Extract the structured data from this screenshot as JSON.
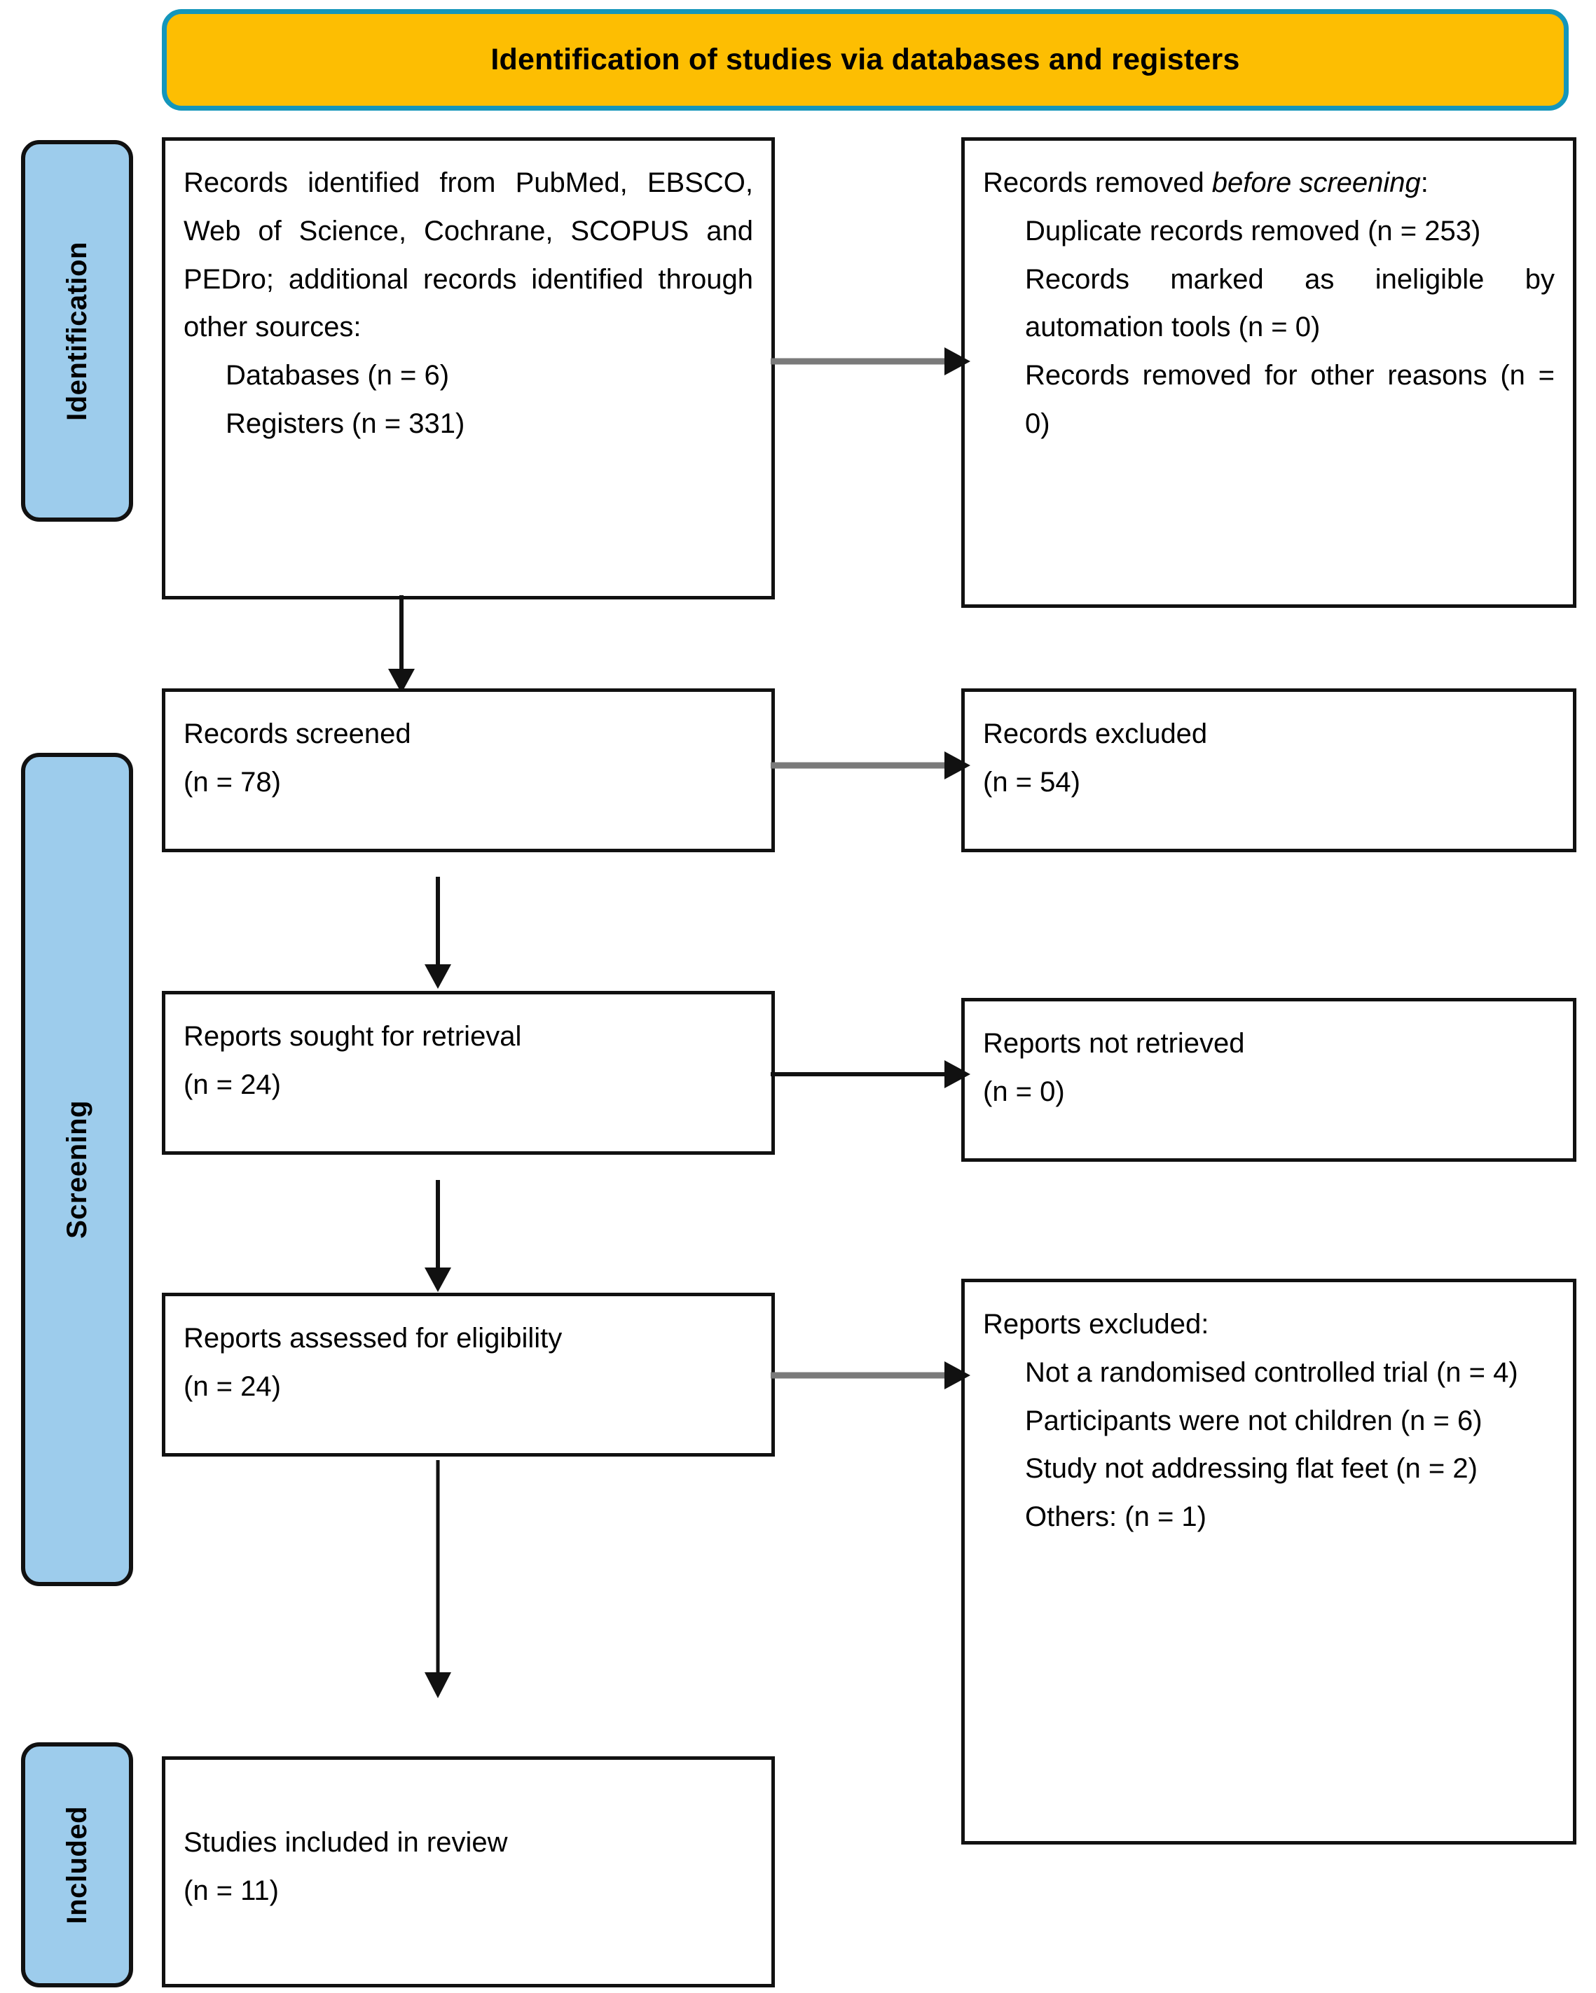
{
  "diagram": {
    "type": "PRISMA flow diagram",
    "header": {
      "title": "Identification of studies via databases and registers"
    },
    "stages": [
      {
        "id": "identification",
        "label": "Identification"
      },
      {
        "id": "screening",
        "label": "Screening"
      },
      {
        "id": "included",
        "label": "Included"
      }
    ],
    "boxes": {
      "records_identified": {
        "intro": "Records identified from PubMed, EBSCO, Web of Science, Cochrane, SCOPUS and PEDro; additional records identified through other sources:",
        "databases": "Databases (n = 6)",
        "registers": "Registers (n = 331)"
      },
      "records_removed": {
        "heading_plain": "Records removed ",
        "heading_italic": "before screening",
        "heading_colon": ":",
        "duplicates": "Duplicate records removed (n = 253)",
        "ineligible": "Records marked as ineligible by automation tools (n = 0)",
        "other": "Records removed for other reasons (n = 0)"
      },
      "records_screened": {
        "label": "Records screened",
        "count": "(n = 78)"
      },
      "records_excluded": {
        "label": "Records excluded",
        "count": "(n = 54)"
      },
      "reports_sought": {
        "label": "Reports sought for retrieval",
        "count": "(n = 24)"
      },
      "reports_not_retrieved": {
        "label": "Reports not retrieved",
        "count": "(n = 0)"
      },
      "reports_assessed": {
        "label": "Reports assessed for eligibility",
        "count": "(n = 24)"
      },
      "reports_excluded": {
        "heading": "Reports excluded:",
        "reason_1": "Not a randomised controlled trial (n = 4)",
        "reason_2": "Participants were not children (n = 6)",
        "reason_3": "Study not addressing flat feet (n = 2)",
        "reason_4": "Others: (n = 1)"
      },
      "studies_included": {
        "label": "Studies included in review",
        "count": "(n = 11)"
      }
    },
    "colors": {
      "header_fill": "#FDBE02",
      "header_border": "#1496BB",
      "stage_fill": "#9DCCEC",
      "stage_border": "#111111",
      "box_border": "#111111",
      "arrow_dark": "#111111",
      "arrow_grey": "#7A7A7A"
    }
  }
}
